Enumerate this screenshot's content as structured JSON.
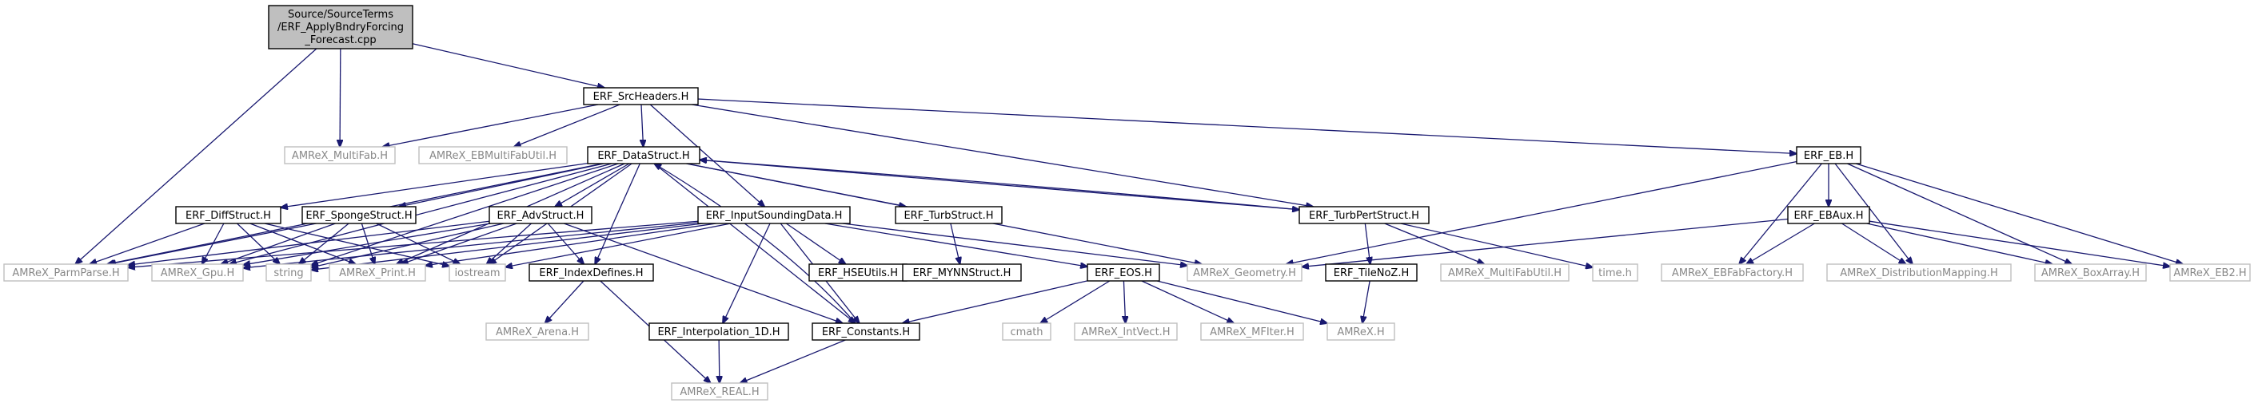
{
  "graph": {
    "root": {
      "id": "root",
      "lines": [
        "Source/SourceTerms",
        "/ERF_ApplyBndryForcing",
        "_Forecast.cpp"
      ]
    },
    "nodes": [
      {
        "id": "SrcHeaders",
        "label": "ERF_SrcHeaders.H",
        "kind": "local"
      },
      {
        "id": "MultiFab",
        "label": "AMReX_MultiFab.H",
        "kind": "external"
      },
      {
        "id": "EBMultiFabUtil",
        "label": "AMReX_EBMultiFabUtil.H",
        "kind": "external"
      },
      {
        "id": "DataStruct",
        "label": "ERF_DataStruct.H",
        "kind": "local"
      },
      {
        "id": "EB",
        "label": "ERF_EB.H",
        "kind": "local"
      },
      {
        "id": "DiffStruct",
        "label": "ERF_DiffStruct.H",
        "kind": "local"
      },
      {
        "id": "SpongeStruct",
        "label": "ERF_SpongeStruct.H",
        "kind": "local"
      },
      {
        "id": "AdvStruct",
        "label": "ERF_AdvStruct.H",
        "kind": "local"
      },
      {
        "id": "InputSoundingData",
        "label": "ERF_InputSoundingData.H",
        "kind": "local"
      },
      {
        "id": "TurbStruct",
        "label": "ERF_TurbStruct.H",
        "kind": "local"
      },
      {
        "id": "TurbPertStruct",
        "label": "ERF_TurbPertStruct.H",
        "kind": "local"
      },
      {
        "id": "EBAux",
        "label": "ERF_EBAux.H",
        "kind": "local"
      },
      {
        "id": "ParmParse",
        "label": "AMReX_ParmParse.H",
        "kind": "external"
      },
      {
        "id": "Gpu",
        "label": "AMReX_Gpu.H",
        "kind": "external"
      },
      {
        "id": "string",
        "label": "string",
        "kind": "external"
      },
      {
        "id": "Print",
        "label": "AMReX_Print.H",
        "kind": "external"
      },
      {
        "id": "iostream",
        "label": "iostream",
        "kind": "external"
      },
      {
        "id": "IndexDefines",
        "label": "ERF_IndexDefines.H",
        "kind": "local"
      },
      {
        "id": "HSEUtils",
        "label": "ERF_HSEUtils.H",
        "kind": "local"
      },
      {
        "id": "MYNNStruct",
        "label": "ERF_MYNNStruct.H",
        "kind": "local"
      },
      {
        "id": "EOS",
        "label": "ERF_EOS.H",
        "kind": "local"
      },
      {
        "id": "Geometry",
        "label": "AMReX_Geometry.H",
        "kind": "external"
      },
      {
        "id": "TileNoZ",
        "label": "ERF_TileNoZ.H",
        "kind": "local"
      },
      {
        "id": "MultiFabUtil",
        "label": "AMReX_MultiFabUtil.H",
        "kind": "external"
      },
      {
        "id": "timeh",
        "label": "time.h",
        "kind": "external"
      },
      {
        "id": "EBFabFactory",
        "label": "AMReX_EBFabFactory.H",
        "kind": "external"
      },
      {
        "id": "DistributionMapping",
        "label": "AMReX_DistributionMapping.H",
        "kind": "external"
      },
      {
        "id": "BoxArray",
        "label": "AMReX_BoxArray.H",
        "kind": "external"
      },
      {
        "id": "EB2",
        "label": "AMReX_EB2.H",
        "kind": "external"
      },
      {
        "id": "Arena",
        "label": "AMReX_Arena.H",
        "kind": "external"
      },
      {
        "id": "Interpolation1D",
        "label": "ERF_Interpolation_1D.H",
        "kind": "local"
      },
      {
        "id": "Constants",
        "label": "ERF_Constants.H",
        "kind": "local"
      },
      {
        "id": "cmath",
        "label": "cmath",
        "kind": "external"
      },
      {
        "id": "IntVect",
        "label": "AMReX_IntVect.H",
        "kind": "external"
      },
      {
        "id": "MFIter",
        "label": "AMReX_MFIter.H",
        "kind": "external"
      },
      {
        "id": "AMReXH",
        "label": "AMReX.H",
        "kind": "external"
      },
      {
        "id": "REAL",
        "label": "AMReX_REAL.H",
        "kind": "external"
      }
    ],
    "edges": [
      [
        "root",
        "SrcHeaders"
      ],
      [
        "root",
        "MultiFab"
      ],
      [
        "root",
        "ParmParse"
      ],
      [
        "SrcHeaders",
        "MultiFab"
      ],
      [
        "SrcHeaders",
        "EBMultiFabUtil"
      ],
      [
        "SrcHeaders",
        "DataStruct"
      ],
      [
        "SrcHeaders",
        "InputSoundingData"
      ],
      [
        "SrcHeaders",
        "TurbPertStruct"
      ],
      [
        "SrcHeaders",
        "EB"
      ],
      [
        "DataStruct",
        "ParmParse"
      ],
      [
        "DataStruct",
        "Gpu"
      ],
      [
        "DataStruct",
        "string"
      ],
      [
        "DataStruct",
        "Print"
      ],
      [
        "DataStruct",
        "iostream"
      ],
      [
        "DataStruct",
        "DiffStruct"
      ],
      [
        "DataStruct",
        "SpongeStruct"
      ],
      [
        "DataStruct",
        "AdvStruct"
      ],
      [
        "DataStruct",
        "IndexDefines"
      ],
      [
        "DataStruct",
        "TurbStruct"
      ],
      [
        "DataStruct",
        "TurbPertStruct"
      ],
      [
        "DataStruct",
        "Geometry"
      ],
      [
        "DataStruct",
        "Constants"
      ],
      [
        "DiffStruct",
        "ParmParse"
      ],
      [
        "DiffStruct",
        "Gpu"
      ],
      [
        "DiffStruct",
        "string"
      ],
      [
        "DiffStruct",
        "Print"
      ],
      [
        "DiffStruct",
        "iostream"
      ],
      [
        "SpongeStruct",
        "ParmParse"
      ],
      [
        "SpongeStruct",
        "Gpu"
      ],
      [
        "SpongeStruct",
        "string"
      ],
      [
        "SpongeStruct",
        "Print"
      ],
      [
        "SpongeStruct",
        "iostream"
      ],
      [
        "AdvStruct",
        "ParmParse"
      ],
      [
        "AdvStruct",
        "Gpu"
      ],
      [
        "AdvStruct",
        "string"
      ],
      [
        "AdvStruct",
        "Print"
      ],
      [
        "AdvStruct",
        "iostream"
      ],
      [
        "AdvStruct",
        "IndexDefines"
      ],
      [
        "AdvStruct",
        "Constants"
      ],
      [
        "InputSoundingData",
        "Gpu"
      ],
      [
        "InputSoundingData",
        "Print"
      ],
      [
        "InputSoundingData",
        "string"
      ],
      [
        "InputSoundingData",
        "iostream"
      ],
      [
        "InputSoundingData",
        "HSEUtils"
      ],
      [
        "InputSoundingData",
        "Interpolation1D"
      ],
      [
        "InputSoundingData",
        "Constants"
      ],
      [
        "InputSoundingData",
        "EOS"
      ],
      [
        "InputSoundingData",
        "Geometry"
      ],
      [
        "InputSoundingData",
        "ParmParse"
      ],
      [
        "TurbStruct",
        "MYNNStruct"
      ],
      [
        "TurbPertStruct",
        "DataStruct"
      ],
      [
        "TurbPertStruct",
        "TileNoZ"
      ],
      [
        "TurbPertStruct",
        "MultiFabUtil"
      ],
      [
        "TurbPertStruct",
        "timeh"
      ],
      [
        "TileNoZ",
        "AMReXH"
      ],
      [
        "IndexDefines",
        "Arena"
      ],
      [
        "IndexDefines",
        "REAL"
      ],
      [
        "Interpolation1D",
        "REAL"
      ],
      [
        "Constants",
        "REAL"
      ],
      [
        "Constants",
        "DataStruct"
      ],
      [
        "EOS",
        "Constants"
      ],
      [
        "EOS",
        "cmath"
      ],
      [
        "EOS",
        "IntVect"
      ],
      [
        "EOS",
        "MFIter"
      ],
      [
        "EOS",
        "AMReXH"
      ],
      [
        "EB",
        "Geometry"
      ],
      [
        "EB",
        "EBAux"
      ],
      [
        "EB",
        "EBFabFactory"
      ],
      [
        "EB",
        "DistributionMapping"
      ],
      [
        "EB",
        "BoxArray"
      ],
      [
        "EB",
        "EB2"
      ],
      [
        "EBAux",
        "Geometry"
      ],
      [
        "EBAux",
        "EBFabFactory"
      ],
      [
        "EBAux",
        "DistributionMapping"
      ],
      [
        "EBAux",
        "BoxArray"
      ],
      [
        "EBAux",
        "EB2"
      ]
    ]
  }
}
